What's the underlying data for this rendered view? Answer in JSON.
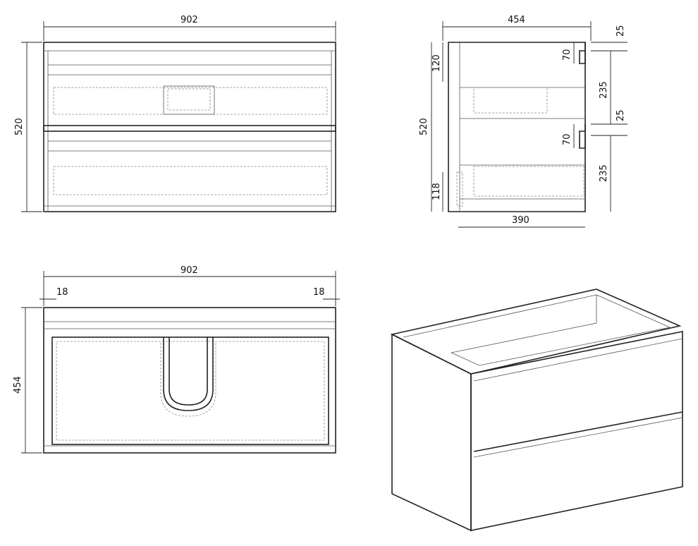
{
  "front_view": {
    "width_label": "902",
    "height_label": "520"
  },
  "side_view": {
    "depth_label": "454",
    "height_label": "520",
    "top_offset_label": "120",
    "bottom_offset_label": "118",
    "inner_depth_label": "390",
    "handle1_label": "70",
    "handle2_label": "70",
    "gap1_label": "25",
    "gap2_label": "25",
    "drawer1_label": "235",
    "drawer2_label": "235"
  },
  "top_view": {
    "width_label": "902",
    "left_side_label": "18",
    "right_side_label": "18",
    "depth_label": "454"
  }
}
